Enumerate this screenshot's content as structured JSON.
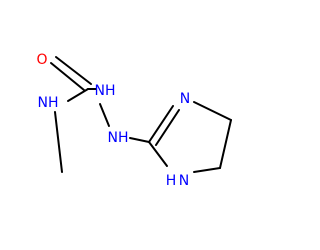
{
  "colors": {
    "background": "#ffffff",
    "bond": "#000000",
    "oxygen": "#ff0000",
    "nitrogen": "#0000ff"
  },
  "atoms": {
    "carbonyl_oxygen": "O",
    "amide_nh": "NH",
    "hydrazine_nh_upper": "NH",
    "hydrazine_nh_lower": "NH",
    "ring_n": "N",
    "ring_nh_h": "H",
    "ring_nh_n": "N"
  }
}
